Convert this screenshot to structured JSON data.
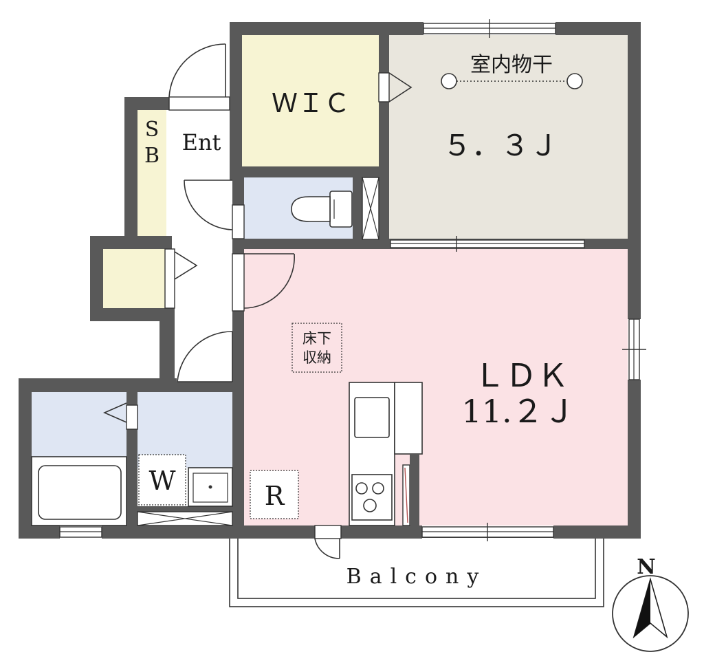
{
  "rooms": {
    "wic": {
      "label": "ＷＩＣ",
      "color": "#f7f4d3"
    },
    "western": {
      "label": "５．３Ｊ",
      "color": "#e9e6dd",
      "note": "室内物干"
    },
    "ldk": {
      "label_line1": "ＬＤＫ",
      "label_line2": "11.２Ｊ",
      "color": "#fbe2e5"
    },
    "entrance": {
      "label": "Ent"
    },
    "shoebox": {
      "label_line1": "S",
      "label_line2": "B",
      "color": "#f7f4d3"
    },
    "closet": {
      "color": "#f7f4d3"
    },
    "toilet": {
      "color": "#dfe6f3"
    },
    "bath": {
      "color": "#dfe6f3"
    },
    "washroom": {
      "color": "#dfe6f3"
    },
    "washer": {
      "label": "W"
    },
    "fridge": {
      "label": "R"
    },
    "underfloor_storage": {
      "label_line1": "床下",
      "label_line2": "収納"
    },
    "balcony": {
      "label": "Balcony"
    }
  },
  "compass": {
    "label": "N"
  }
}
